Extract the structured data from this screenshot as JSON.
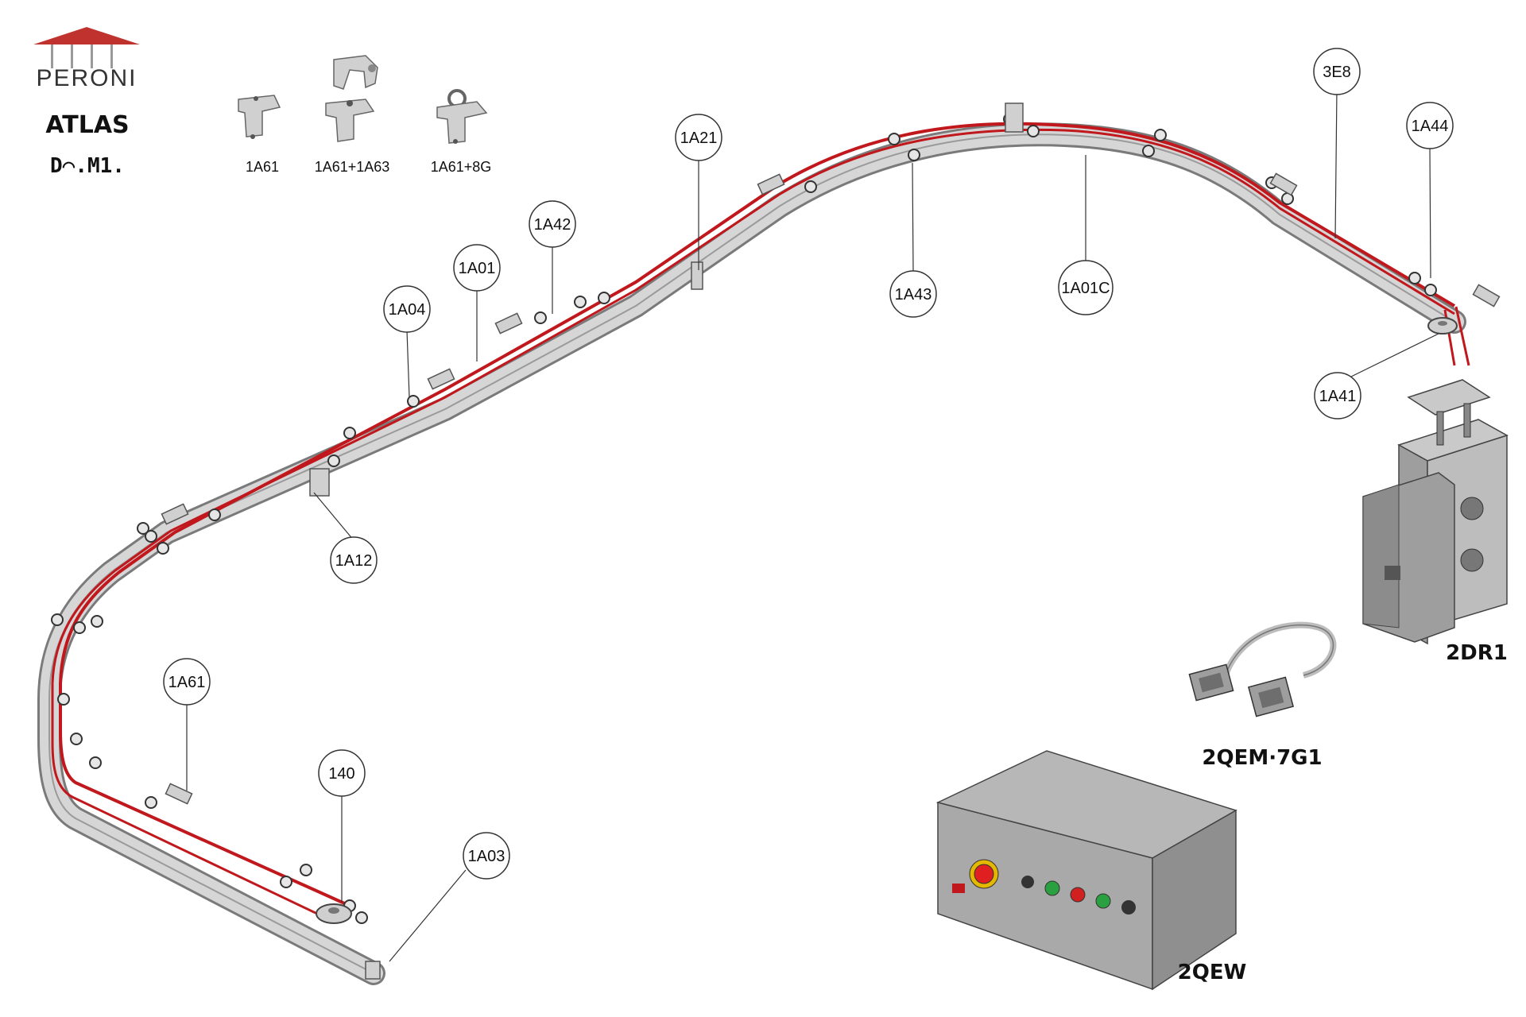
{
  "brand": {
    "name": "PERONI",
    "roof_color": "#c0322e",
    "product": "ATLAS",
    "code": "D⌒.M1."
  },
  "accessories": [
    {
      "id": "acc-1a61",
      "label": "1A61"
    },
    {
      "id": "acc-1a61-1a63",
      "label": "1A61+1A63"
    },
    {
      "id": "acc-1a61-8g",
      "label": "1A61+8G"
    }
  ],
  "callouts": [
    {
      "id": "3e8",
      "label": "3E8"
    },
    {
      "id": "1a44",
      "label": "1A44"
    },
    {
      "id": "1a21",
      "label": "1A21"
    },
    {
      "id": "1a42",
      "label": "1A42"
    },
    {
      "id": "1a01",
      "label": "1A01"
    },
    {
      "id": "1a04",
      "label": "1A04"
    },
    {
      "id": "1a43",
      "label": "1A43"
    },
    {
      "id": "1a01c",
      "label": "1A01C"
    },
    {
      "id": "1a41",
      "label": "1A41"
    },
    {
      "id": "1a12",
      "label": "1A12"
    },
    {
      "id": "1a61",
      "label": "1A61"
    },
    {
      "id": "140",
      "label": "140"
    },
    {
      "id": "1a03",
      "label": "1A03"
    }
  ],
  "equipment": [
    {
      "id": "2dr1",
      "label": "2DR1"
    },
    {
      "id": "2qem-7g1",
      "label": "2QEM·7G1"
    },
    {
      "id": "2qew",
      "label": "2QEW"
    }
  ],
  "colors": {
    "rail": "#c8c8c8",
    "rail_edge": "#7a7a7a",
    "cable": "#c0181c",
    "box": "#a9a9a9",
    "emergency": "#e02020",
    "lamp_green": "#2aa040",
    "lamp_red": "#d02020"
  }
}
